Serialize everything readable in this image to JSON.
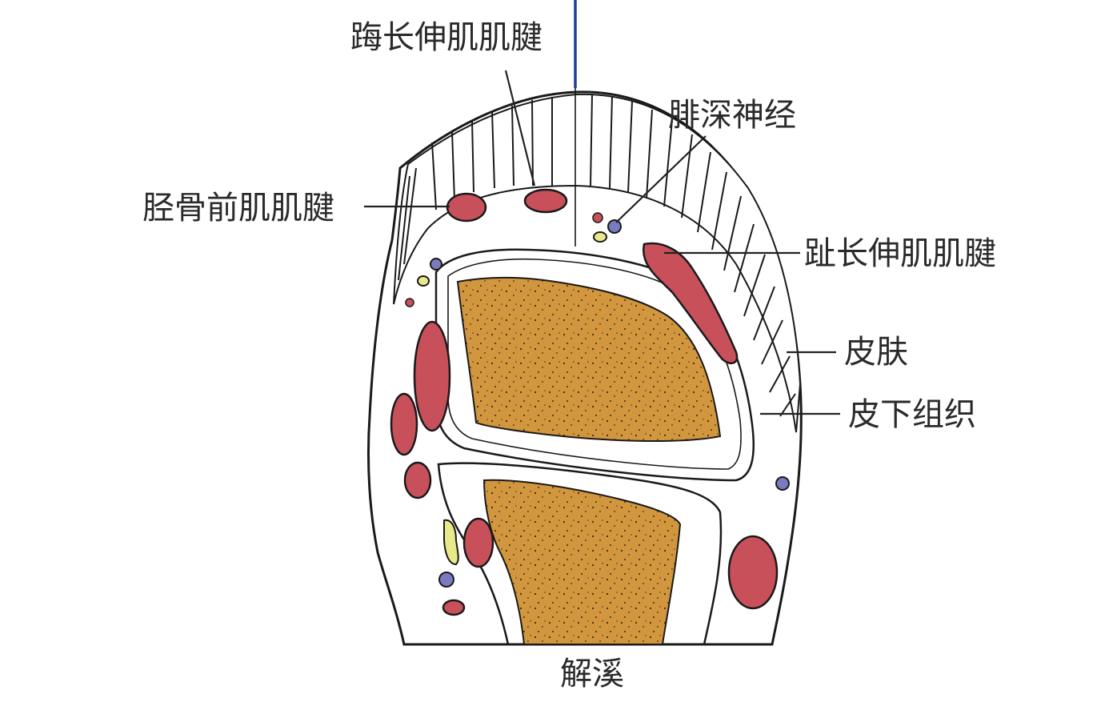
{
  "labels": {
    "extensor_hallucis_longus_tendon": "踇长伸肌肌腱",
    "deep_peroneal_nerve": "腓深神经",
    "tibialis_anterior_tendon": "胫骨前肌肌腱",
    "extensor_digitorum_longus_tendon": "趾长伸肌肌腱",
    "skin": "皮肤",
    "subcutaneous_tissue": "皮下组织",
    "title": "解溪"
  },
  "colors": {
    "bone": "#d2973e",
    "tendon": "#c8505a",
    "nerve": "#e9e98a",
    "vein": "#7a7ac0",
    "needle": "#1d3f9c",
    "outline": "#1a1a1a"
  }
}
